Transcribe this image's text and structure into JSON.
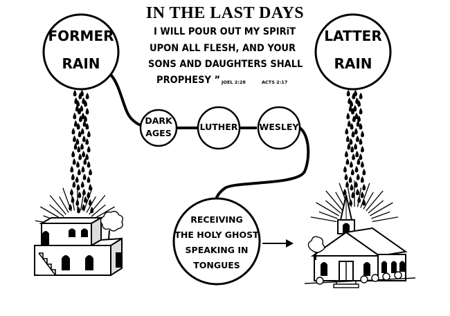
{
  "title": "IN THE LAST DAYS",
  "verse": {
    "lines": [
      "I WILL POUR OUT MY SPIRiT",
      "UPON ALL FLESH, AND YOUR",
      "SONS AND DAUGHTERS SHALL",
      "PROPHESY ”"
    ],
    "ref_joel": "JOEL 2:28",
    "ref_acts": "ACTS 2:17"
  },
  "former_rain": {
    "line1": "FORMER",
    "line2": "RAIN"
  },
  "latter_rain": {
    "line1": "LATTER",
    "line2": "RAIN"
  },
  "timeline": {
    "dark_ages": {
      "line1": "DARK",
      "line2": "AGES"
    },
    "luther": "LUTHER",
    "wesley": "WESLEY"
  },
  "receiving": {
    "lines": [
      "RECEIVING",
      "THE HOLY GHOST",
      "SPEAKING IN",
      "TONGUES"
    ]
  },
  "colors": {
    "ink": "#000000",
    "paper": "#ffffff"
  }
}
